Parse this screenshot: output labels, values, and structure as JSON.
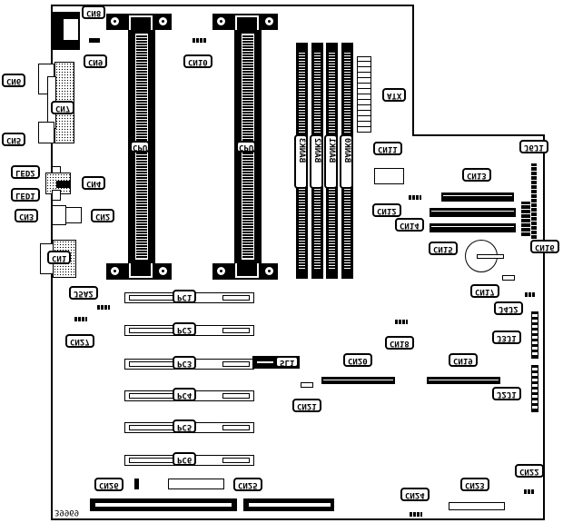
{
  "diagram": {
    "title": "Motherboard layout (vertically mirrored view)",
    "figure_id": "39969",
    "orientation": "flipped-vertically",
    "cpu_slots": [
      {
        "id": "cpu-slot-1",
        "label": "CPU"
      },
      {
        "id": "cpu-slot-2",
        "label": "CPU"
      }
    ],
    "memory_banks": [
      "BANK3",
      "BANK2",
      "BANK1",
      "BANK0"
    ],
    "pci_slots": [
      "PC1",
      "PC2",
      "PC3",
      "PC4",
      "PC5",
      "PC6"
    ],
    "special_slots": {
      "sl1": "SL1"
    },
    "power_connector": "ATX",
    "connectors": {
      "cn1": "CN1",
      "cn2": "CN2",
      "cn3": "CN3",
      "cn4": "CN4",
      "cn5": "CN5",
      "cn6": "CN6",
      "cn7": "CN7",
      "cn8": "CN8",
      "cn9": "CN9",
      "cn10": "CN10",
      "cn11": "CN11",
      "cn12": "CN12",
      "cn13": "CN13",
      "cn14": "CN14",
      "cn15": "CN15",
      "cn16": "CN16",
      "cn17": "CN17",
      "cn18": "CN18",
      "cn19": "CN19",
      "cn20": "CN20",
      "cn21": "CN21",
      "cn22": "CN22",
      "cn23": "CN23",
      "cn24": "CN24",
      "cn25": "CN25",
      "cn26": "CN26",
      "cn27": "CN27"
    },
    "leds": {
      "led1": "LED1",
      "led2": "LED2"
    },
    "jumpers": {
      "j5a2": "J5A2",
      "j4j2": "J4J2",
      "j3j1": "J3J1",
      "j2j1": "J2J1",
      "j6j1": "J6J1"
    }
  }
}
